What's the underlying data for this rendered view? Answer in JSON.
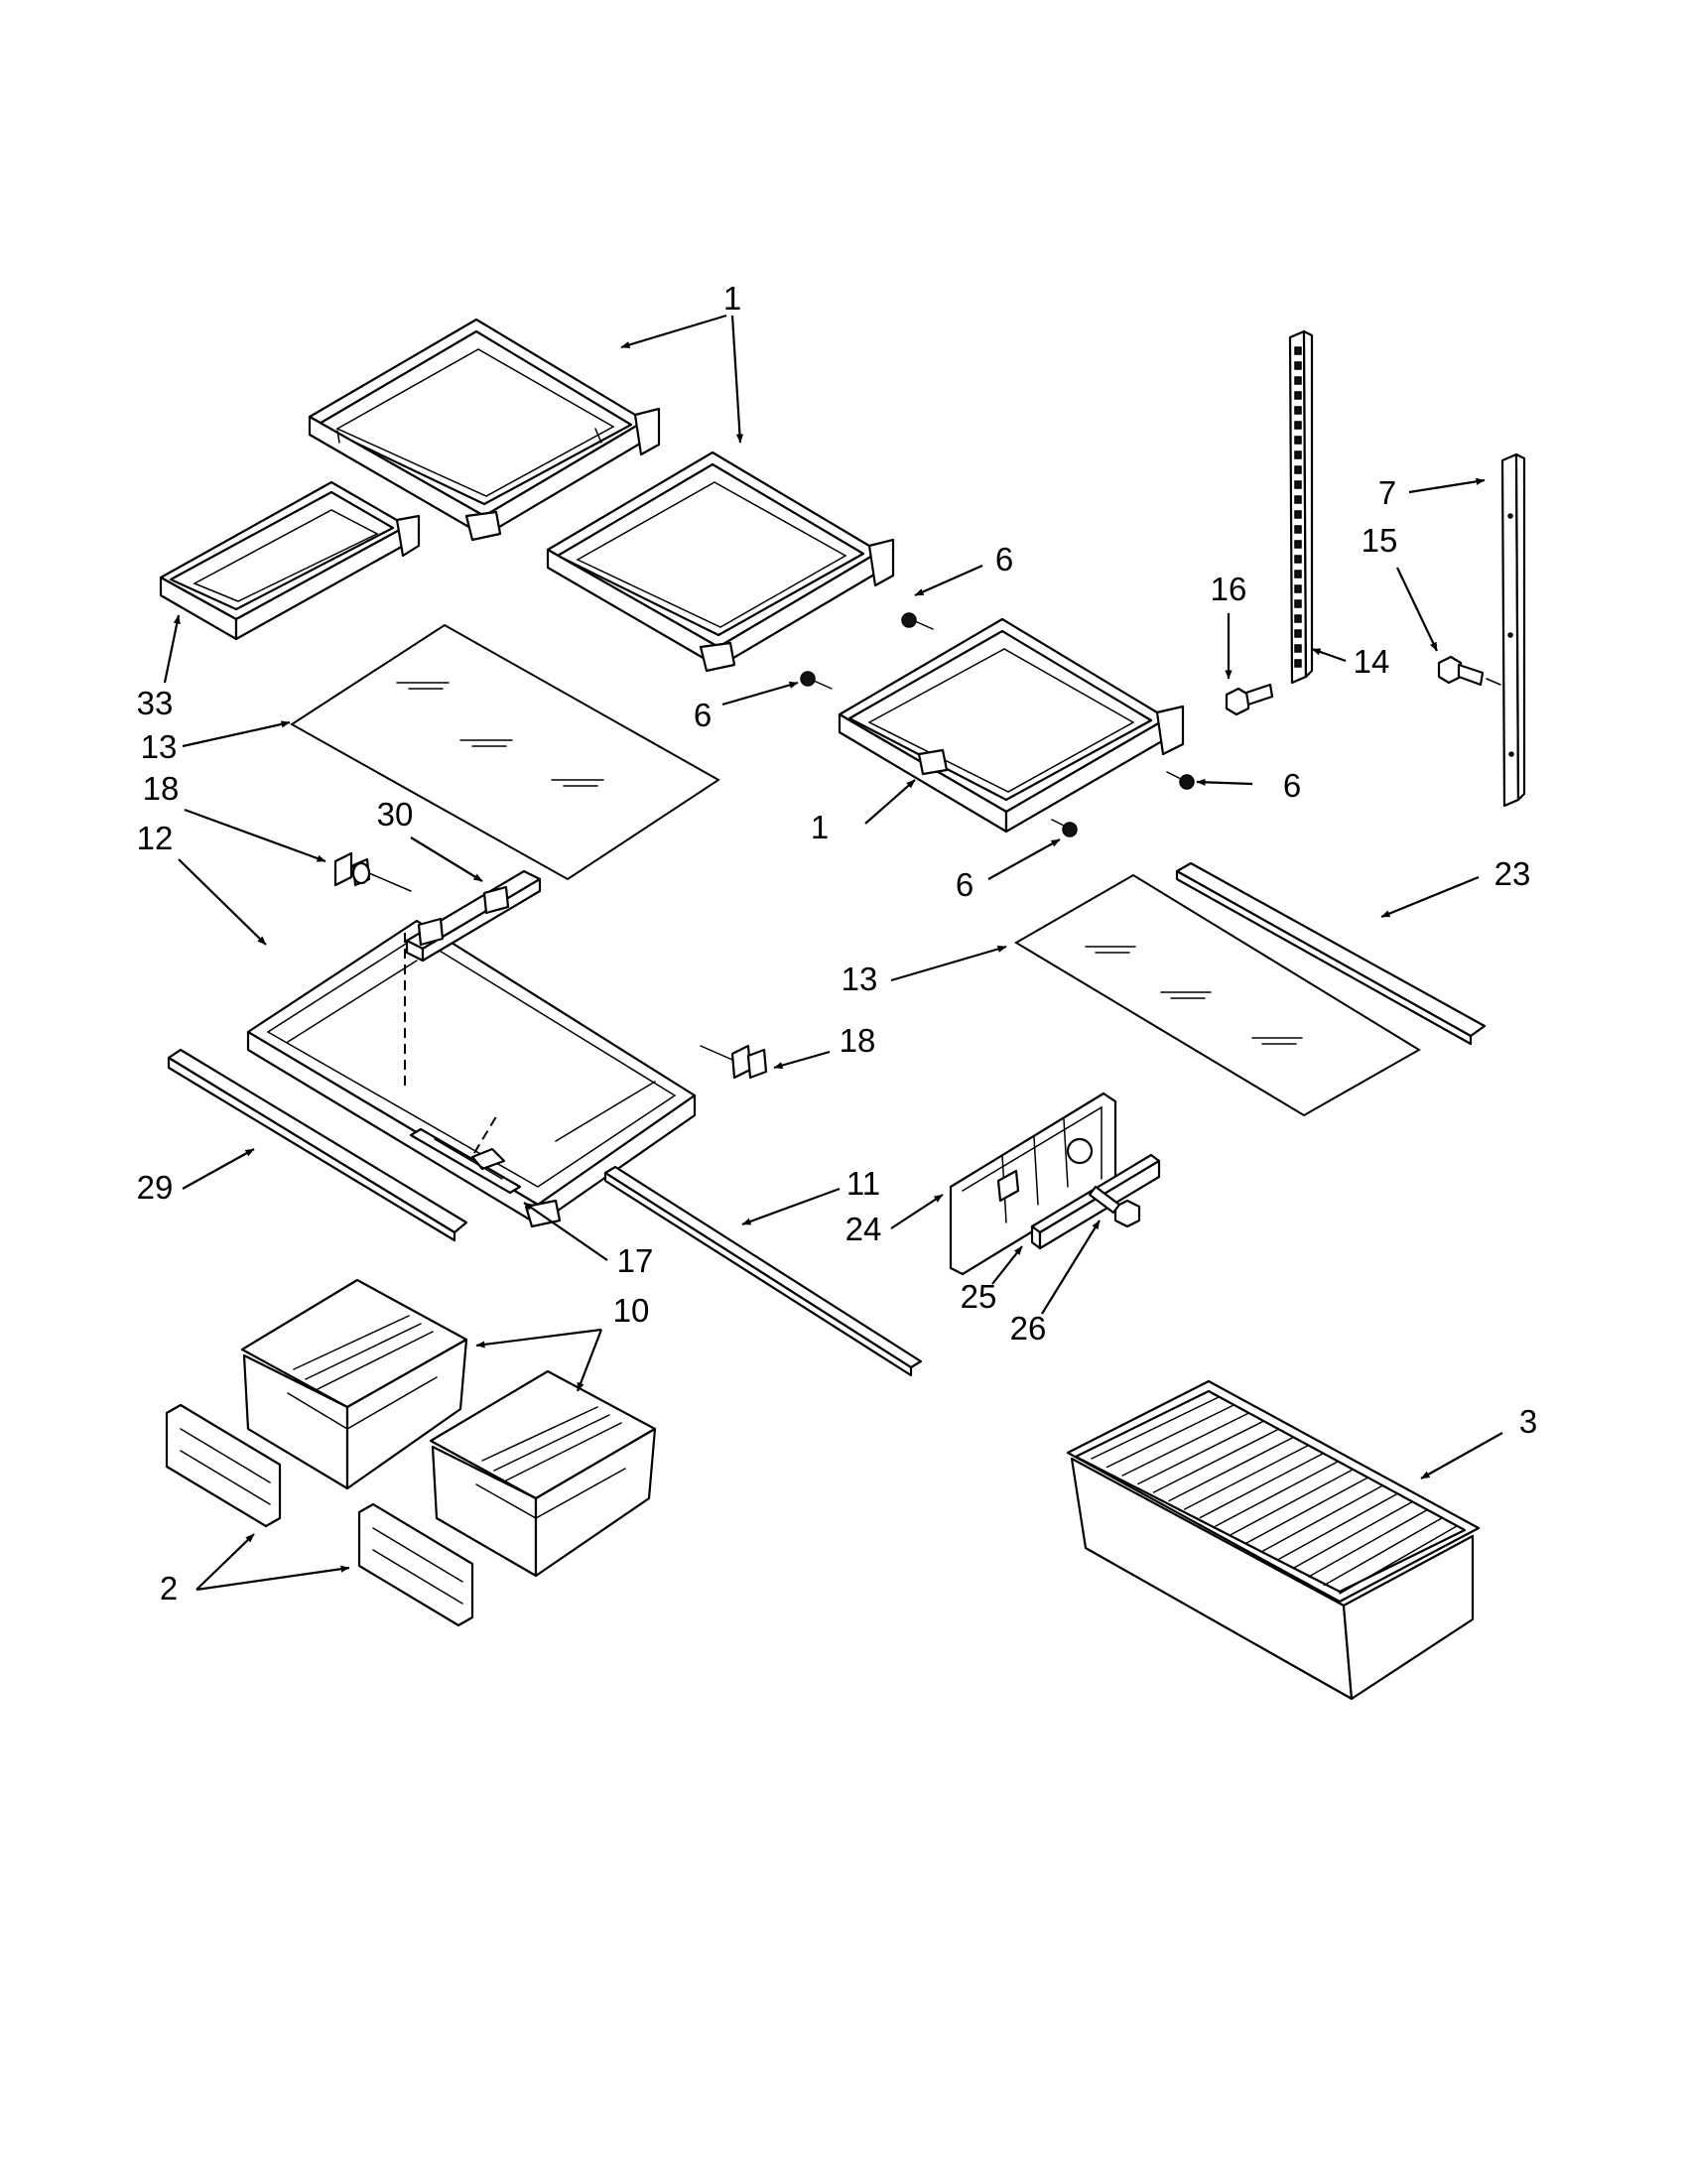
{
  "diagram": {
    "type": "exploded-parts-diagram",
    "callouts": [
      "1",
      "1",
      "1",
      "33",
      "13",
      "6",
      "6",
      "6",
      "6",
      "16",
      "14",
      "7",
      "15",
      "18",
      "30",
      "12",
      "23",
      "13",
      "18",
      "29",
      "17",
      "11",
      "24",
      "25",
      "26",
      "10",
      "3",
      "2"
    ],
    "parts": [
      {
        "callout": "1",
        "name": "shelf-frame",
        "count": 3
      },
      {
        "callout": "2",
        "name": "drawer-front",
        "count": 2
      },
      {
        "callout": "3",
        "name": "freezer-basket-drawer",
        "count": 1
      },
      {
        "callout": "6",
        "name": "screw",
        "count": 4
      },
      {
        "callout": "7",
        "name": "shelf-support-rail",
        "count": 1
      },
      {
        "callout": "10",
        "name": "crisper-bin",
        "count": 2
      },
      {
        "callout": "11",
        "name": "trim-strip",
        "count": 1
      },
      {
        "callout": "12",
        "name": "crisper-cover-frame",
        "count": 1
      },
      {
        "callout": "13",
        "name": "glass-insert",
        "count": 2
      },
      {
        "callout": "14",
        "name": "shelf-ladder-rail",
        "count": 1
      },
      {
        "callout": "15",
        "name": "rail-screw",
        "count": 1
      },
      {
        "callout": "16",
        "name": "ladder-screw",
        "count": 1
      },
      {
        "callout": "17",
        "name": "humidity-control-slide",
        "count": 1
      },
      {
        "callout": "18",
        "name": "frame-support-clip",
        "count": 2
      },
      {
        "callout": "23",
        "name": "shelf-trim",
        "count": 1
      },
      {
        "callout": "24",
        "name": "divider-bracket",
        "count": 1
      },
      {
        "callout": "25",
        "name": "divider-slide",
        "count": 1
      },
      {
        "callout": "26",
        "name": "bracket-screw",
        "count": 1
      },
      {
        "callout": "29",
        "name": "front-trim",
        "count": 1
      },
      {
        "callout": "30",
        "name": "humidity-control-rail",
        "count": 1
      },
      {
        "callout": "33",
        "name": "narrow-shelf",
        "count": 1
      }
    ]
  }
}
